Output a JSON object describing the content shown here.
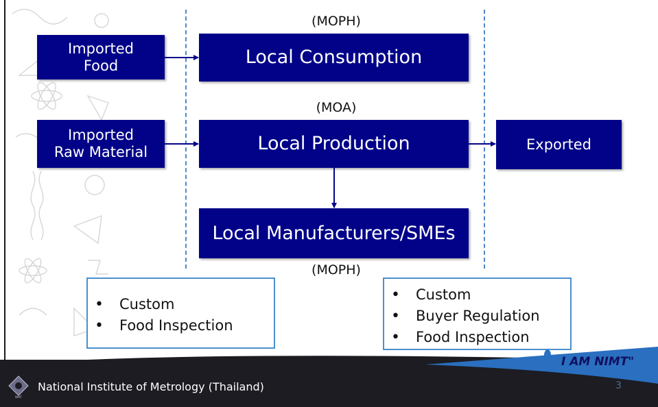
{
  "nodes": {
    "imported_food": {
      "line1": "Imported",
      "line2": "Food"
    },
    "imported_raw": {
      "line1": "Imported",
      "line2": "Raw Material"
    },
    "local_consumption": "Local Consumption",
    "local_production": "Local Production",
    "local_manufacturers": "Local Manufacturers/SMEs",
    "exported": "Exported"
  },
  "agencies": {
    "consumption": "(MOPH)",
    "production": "(MOA)",
    "manufacturers": "(MOPH)"
  },
  "left_box": {
    "items": [
      "Custom",
      "Food Inspection"
    ]
  },
  "right_box": {
    "items": [
      "Custom",
      "Buyer Regulation",
      "Food Inspection"
    ]
  },
  "footer": {
    "institute": "National Institute of Metrology (Thailand)",
    "page_number": "3",
    "tagline": "I AM NIMT\"",
    "logo_text": "NIMT"
  },
  "colors": {
    "node_fill": "#020288",
    "dashed_line": "#4f88c6",
    "box_border": "#4a8fcf",
    "footer_bg": "#1c1c22",
    "footer_accent": "#2a6fc0"
  }
}
